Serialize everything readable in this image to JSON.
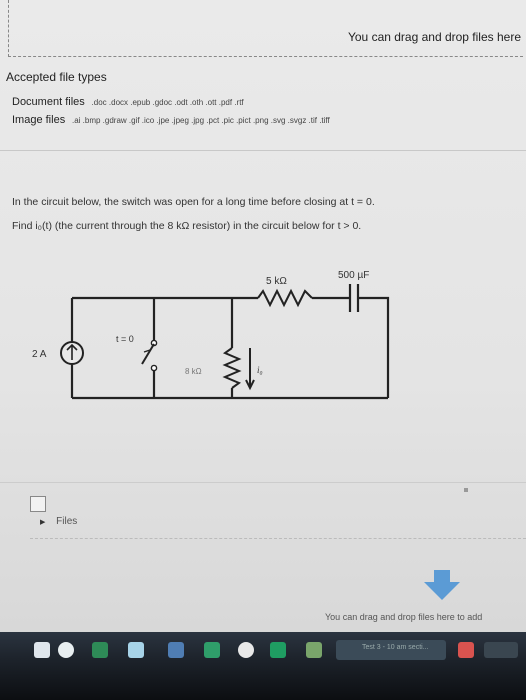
{
  "upload": {
    "drop_hint_top": "You can drag and drop files here",
    "drop_hint_bottom": "You can drag and drop files here to add",
    "accepted_title": "Accepted file types",
    "document_label": "Document files",
    "document_exts": ".doc .docx .epub .gdoc .odt .oth .ott .pdf .rtf",
    "image_label": "Image files",
    "image_exts": ".ai .bmp .gdraw .gif .ico .jpe .jpeg .jpg .pct .pic .pict .png .svg .svgz .tif .tiff"
  },
  "problem": {
    "line1": "In the circuit below, the switch was open for a long time before closing at t = 0.",
    "line2": "Find i₀(t) (the current through the 8 kΩ resistor) in the circuit below for t > 0."
  },
  "circuit": {
    "source_label": "2 A",
    "switch_label": "t = 0",
    "r1_label": "5 kΩ",
    "cap_label": "500 µF",
    "r2_label": "8 kΩ",
    "current_label": "i₀"
  },
  "editor": {
    "files_label": "Files"
  },
  "taskbar": {
    "item1": "Test 3 - 10 am secti..."
  },
  "colors": {
    "page_bg": "#e6e6e6",
    "wire": "#222222",
    "drop_arrow": "#5b9bd5",
    "taskbar": "#1d232b"
  }
}
